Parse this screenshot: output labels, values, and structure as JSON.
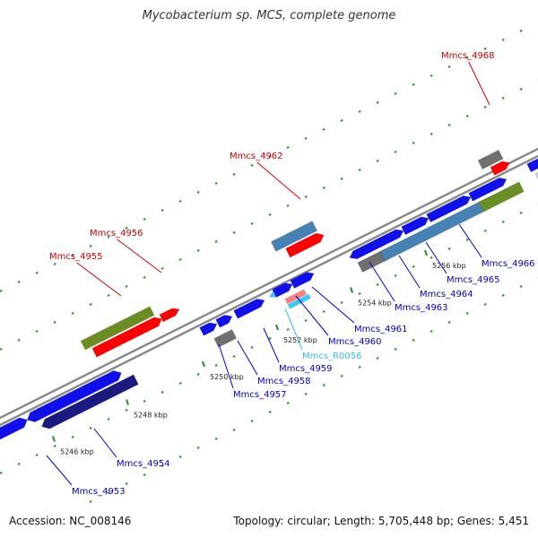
{
  "title": "Mycobacterium sp. MCS, complete genome",
  "footer": {
    "accession": "Accession: NC_008146",
    "topology": "Topology: circular; Length: 5,705,448 bp; Genes: 5,451"
  },
  "colors": {
    "backbone": "#8a8a8a",
    "tick": "#2e8b2e",
    "label_blue": "#0000cc",
    "label_red": "#cc0000",
    "label_cyan": "#33bbee",
    "gene_blue": "#1010ee",
    "gene_navy": "#1a1a80",
    "gene_red": "#ff0000",
    "gene_olive": "#6b8e23",
    "gene_steel": "#4682b4",
    "gene_gray": "#707070",
    "gene_light": "#cccccc",
    "gene_cyan": "#33ccff",
    "gene_pink": "#ff8080"
  },
  "ticks": [
    {
      "label": "5246 kbp"
    },
    {
      "label": "5248 kbp"
    },
    {
      "label": "5250 kbp"
    },
    {
      "label": "5252 kbp"
    },
    {
      "label": "5254 kbp"
    },
    {
      "label": "5256 kbp"
    }
  ],
  "labels": [
    {
      "text": "Mmcs_4953",
      "color": "blue"
    },
    {
      "text": "Mmcs_4954",
      "color": "blue"
    },
    {
      "text": "Mmcs_4955",
      "color": "red"
    },
    {
      "text": "Mmcs_4956",
      "color": "red"
    },
    {
      "text": "Mmcs_4957",
      "color": "blue"
    },
    {
      "text": "Mmcs_4958",
      "color": "blue"
    },
    {
      "text": "Mmcs_4959",
      "color": "blue"
    },
    {
      "text": "Mmcs_R0056",
      "color": "cyan"
    },
    {
      "text": "Mmcs_4960",
      "color": "blue"
    },
    {
      "text": "Mmcs_4961",
      "color": "blue"
    },
    {
      "text": "Mmcs_4962",
      "color": "red"
    },
    {
      "text": "Mmcs_4963",
      "color": "blue"
    },
    {
      "text": "Mmcs_4964",
      "color": "blue"
    },
    {
      "text": "Mmcs_4965",
      "color": "blue"
    },
    {
      "text": "Mmcs_4966",
      "color": "blue"
    },
    {
      "text": "Mmcs_4968",
      "color": "red"
    }
  ]
}
